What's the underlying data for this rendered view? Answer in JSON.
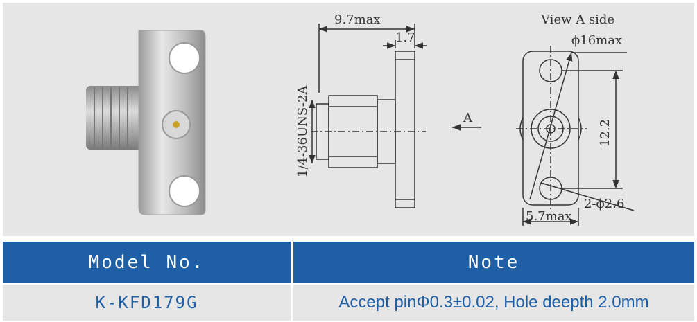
{
  "drawing": {
    "dim_length": "9.7max",
    "dim_flange": "1.7",
    "thread_label": "1/4-36UNS-2A",
    "arrow_label": "A",
    "view_title": "View A side",
    "dim_diameter": "ϕ16max",
    "dim_hole_spacing": "12.2",
    "dim_holes": "2-ϕ2.6",
    "dim_width": "5.7max"
  },
  "table": {
    "headers": [
      "Model No.",
      "Note"
    ],
    "row": [
      "K-KFD179G",
      "Accept pinΦ0.3±0.02, Hole deepth 2.0mm"
    ]
  },
  "colors": {
    "header_bg": "#1f5fa6",
    "panel_bg": "#e6e6e6",
    "text_blue": "#1f5fa6"
  }
}
